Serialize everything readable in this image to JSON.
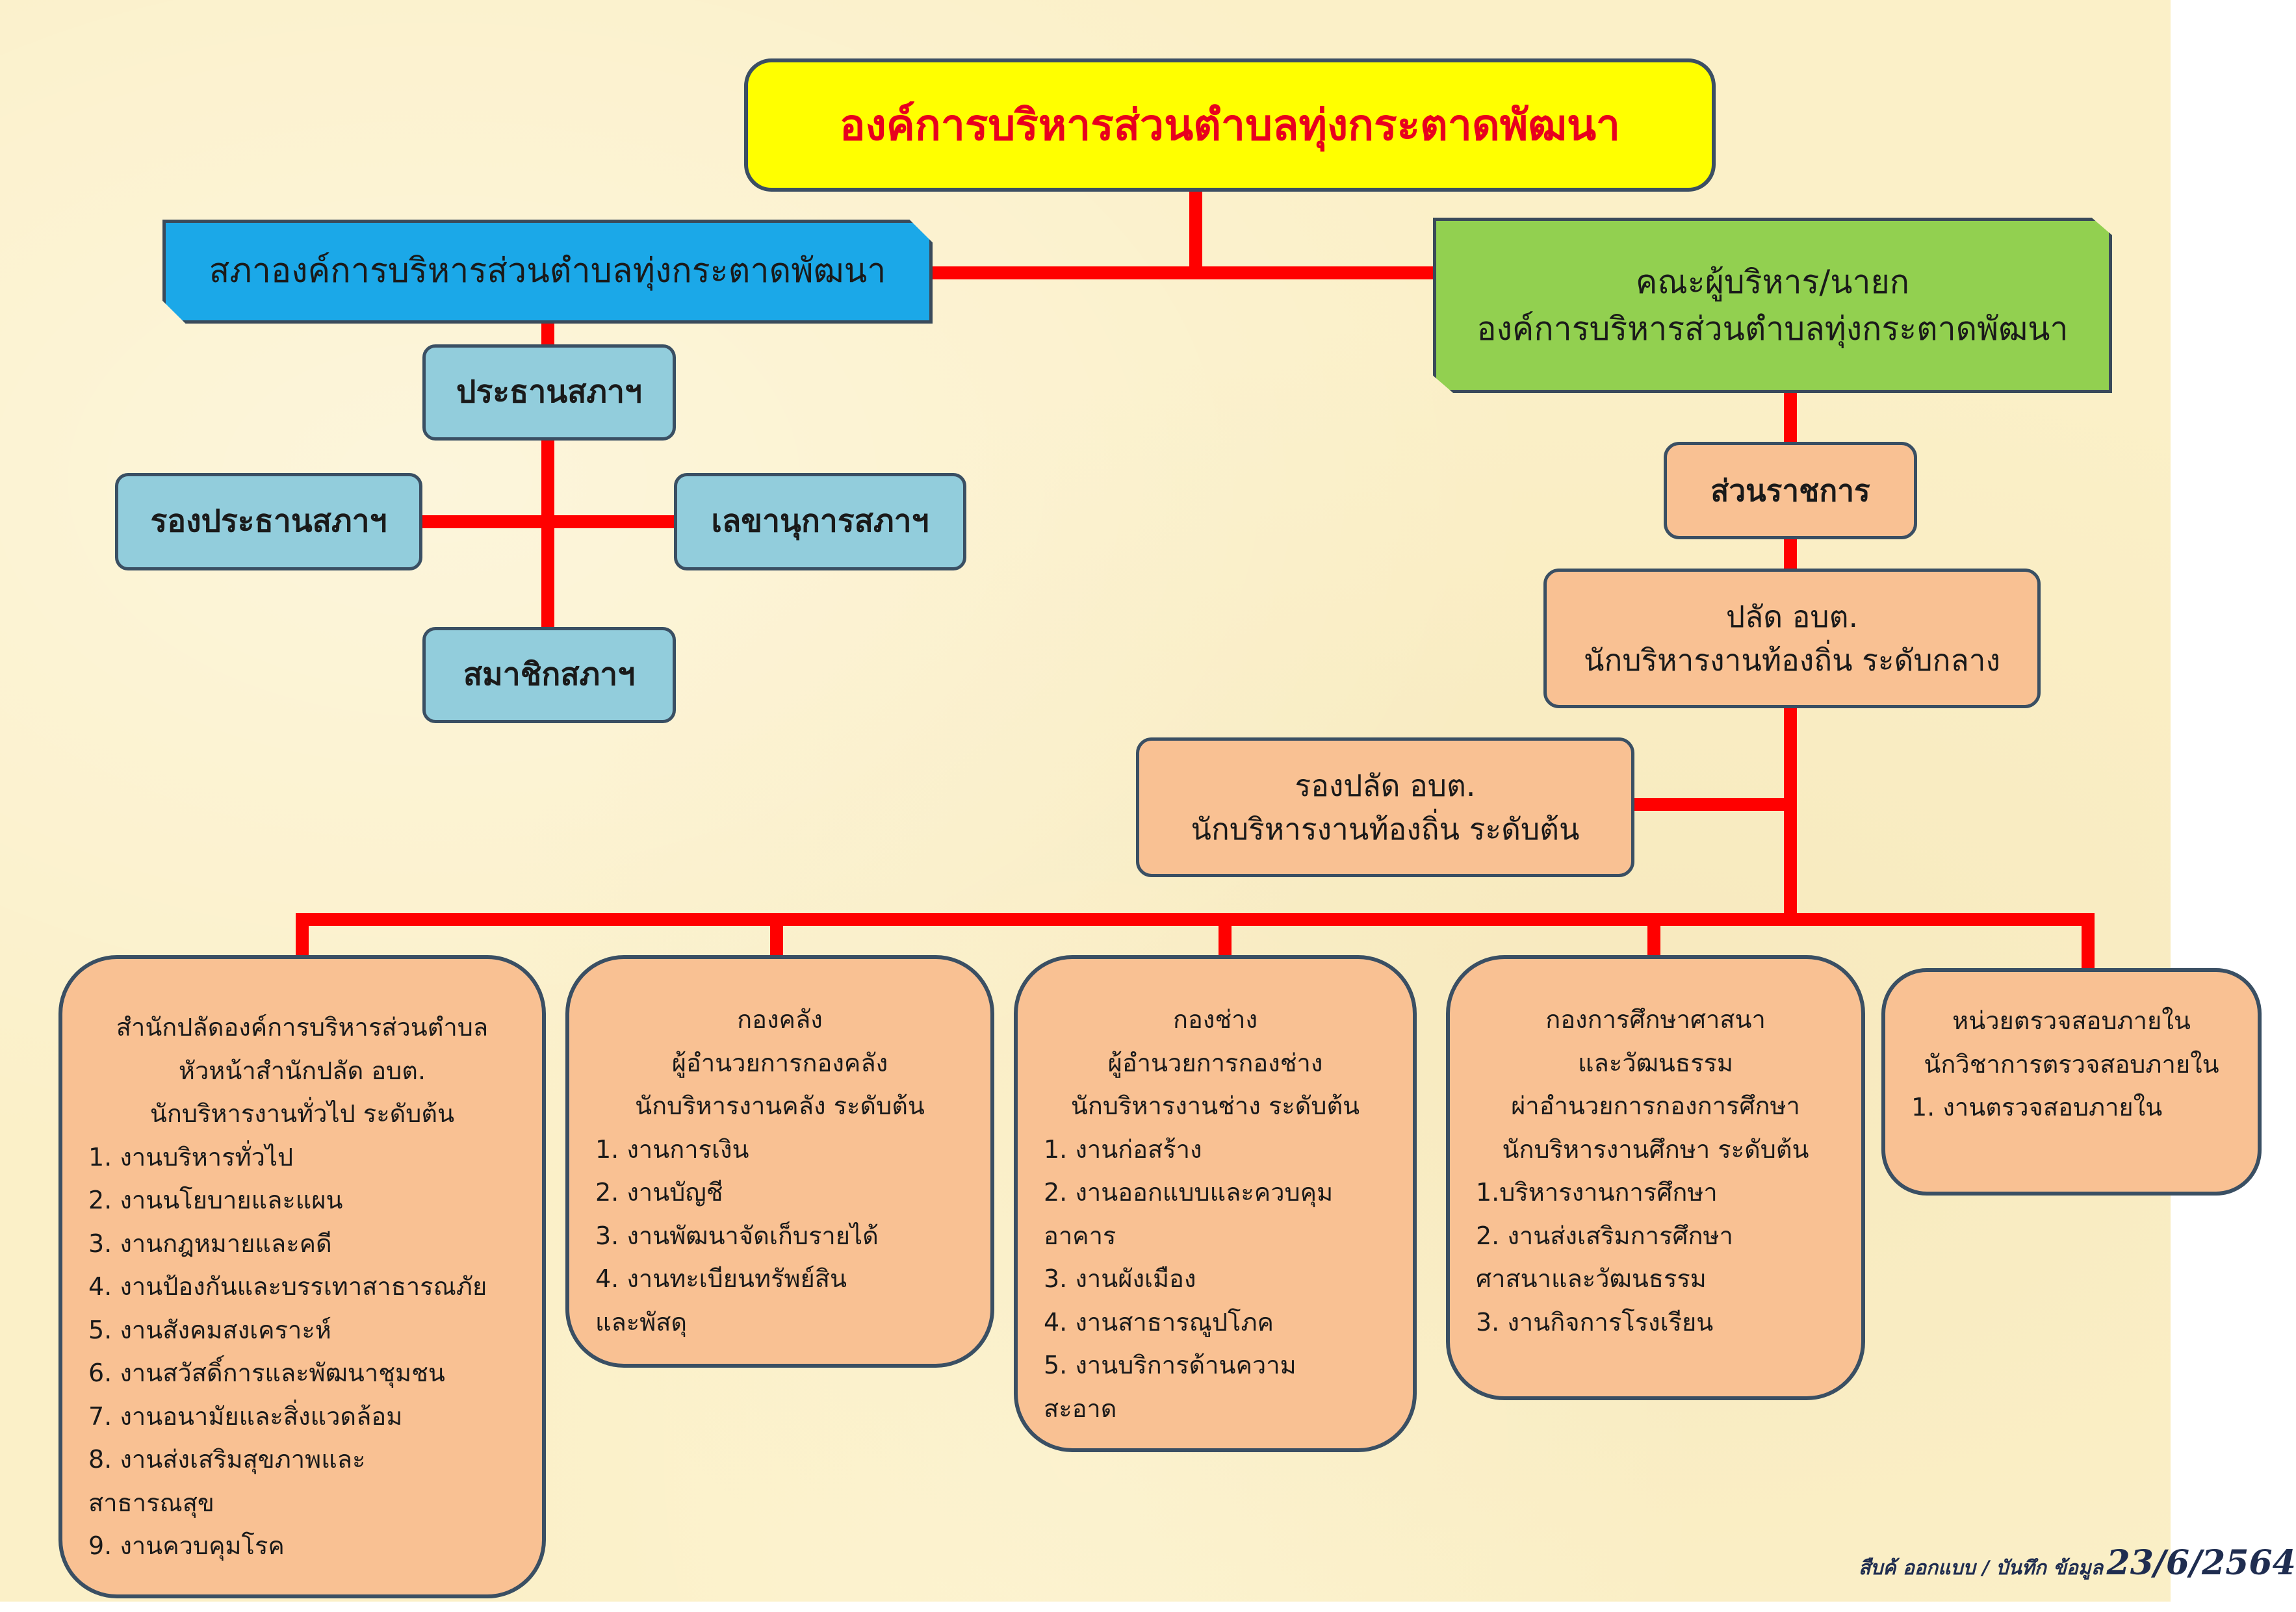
{
  "colors": {
    "connector": "#ff0000",
    "title_fill": "#ffff00",
    "title_text": "#e8001e"
  },
  "title": "องค์การบริหารส่วนตำบลทุ่งกระตาดพัฒนา",
  "council": {
    "label": "สภาองค์การบริหารส่วนตำบลทุ่งกระตาดพัฒนา",
    "president": "ประธานสภาฯ",
    "vice_president": "รองประธานสภาฯ",
    "secretary": "เลขานุการสภาฯ",
    "members": "สมาชิกสภาฯ"
  },
  "executive": {
    "line1": "คณะผู้บริหาร/นายก",
    "line2": "องค์การบริหารส่วนตำบลทุ่งกระตาดพัฒนา"
  },
  "government_section": "ส่วนราชการ",
  "palat": {
    "line1": "ปลัด อบต.",
    "line2": "นักบริหารงานท้องถิ่น ระดับกลาง"
  },
  "deputy_palat": {
    "line1": "รองปลัด อบต.",
    "line2": "นักบริหารงานท้องถิ่น ระดับต้น"
  },
  "departments": [
    {
      "head": [
        "สำนักปลัดองค์การบริหารส่วนตำบล",
        "หัวหน้าสำนักปลัด อบต.",
        "นักบริหารงานทั่วไป ระดับต้น"
      ],
      "items": [
        "1. งานบริหารทั่วไป",
        "2. งานนโยบายและแผน",
        "3. งานกฎหมายและคดี",
        "4. งานป้องกันและบรรเทาสาธารณภัย",
        "5. งานสังคมสงเคราะห์",
        "6. งานสวัสดิ์การและพัฒนาชุมชน",
        "7. งานอนามัยและสิ่งแวดล้อม",
        "8. งานส่งเสริมสุขภาพและ",
        "สาธารณสุข",
        "9. งานควบคุมโรค"
      ]
    },
    {
      "head": [
        "กองคลัง",
        "ผู้อำนวยการกองคลัง",
        "นักบริหารงานคลัง ระดับต้น"
      ],
      "items": [
        "1. งานการเงิน",
        "2. งานบัญชี",
        "3. งานพัฒนาจัดเก็บรายได้",
        "4. งานทะเบียนทรัพย์สิน",
        "และพัสดุ"
      ]
    },
    {
      "head": [
        "กองช่าง",
        "ผู้อำนวยการกองช่าง",
        "นักบริหารงานช่าง ระดับต้น"
      ],
      "items": [
        "1. งานก่อสร้าง",
        "2. งานออกแบบและควบคุม",
        "อาคาร",
        "3. งานผังเมือง",
        "4. งานสาธารณูปโภค",
        "5. งานบริการด้านความ",
        "สะอาด"
      ]
    },
    {
      "head": [
        "กองการศึกษาศาสนา",
        "และวัฒนธรรม",
        "ผ่าอำนวยการกองการศึกษา",
        "นักบริหารงานศึกษา ระดับต้น"
      ],
      "items": [
        "1.บริหารงานการศึกษา",
        "2. งานส่งเสริมการศึกษา",
        "ศาสนาและวัฒนธรรม",
        "3. งานกิจการโรงเรียน"
      ]
    },
    {
      "head": [
        "หน่วยตรวจสอบภายใน",
        "นักวิชาการตรวจสอบภายใน"
      ],
      "items": [
        "1. งานตรวจสอบภายใน"
      ]
    }
  ],
  "credit": {
    "text": "สืบค้ ออกแบบ / บันทึก ข้อมูล",
    "date": "23/6/2564"
  }
}
